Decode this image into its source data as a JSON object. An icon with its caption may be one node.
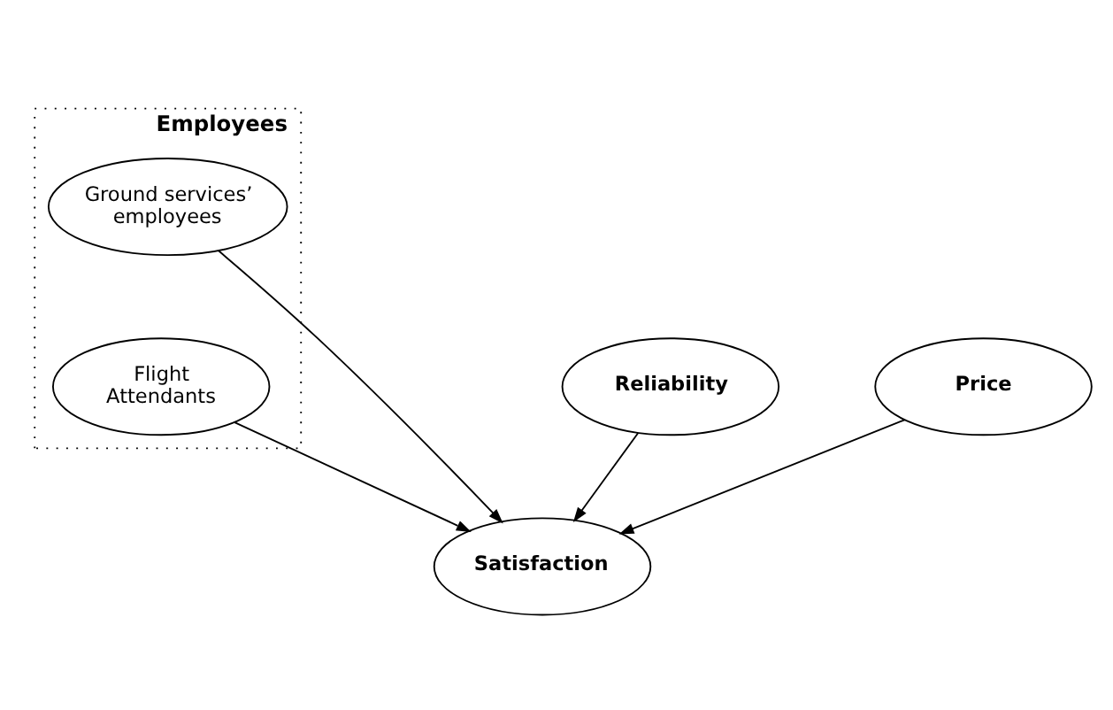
{
  "diagram": {
    "nodes": [
      {
        "text": [
          "Employees"
        ]
      },
      {
        "text": [
          "Ground services’ employees"
        ],
        "in": 0
      },
      {
        "text": [
          "Flight Attendants"
        ],
        "in": 0
      },
      {
        "text": [
          "Reliability"
        ]
      },
      {
        "text": [
          "Price"
        ]
      },
      {
        "text": [
          "Satisfaction"
        ]
      }
    ],
    "edges": [
      {
        "from": 1,
        "to": 5,
        "arrow": "to"
      },
      {
        "from": 2,
        "to": 5,
        "arrow": "to"
      },
      {
        "from": 3,
        "to": 5,
        "arrow": "to"
      },
      {
        "from": 4,
        "to": 5,
        "arrow": "to"
      }
    ]
  }
}
